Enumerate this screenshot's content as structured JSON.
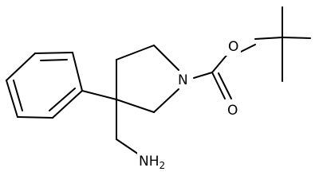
{
  "molecule": {
    "atoms": {
      "N": "N",
      "O_ester": "O",
      "O_carbonyl": "O",
      "amine_main": "NH",
      "amine_sub": "2"
    }
  }
}
